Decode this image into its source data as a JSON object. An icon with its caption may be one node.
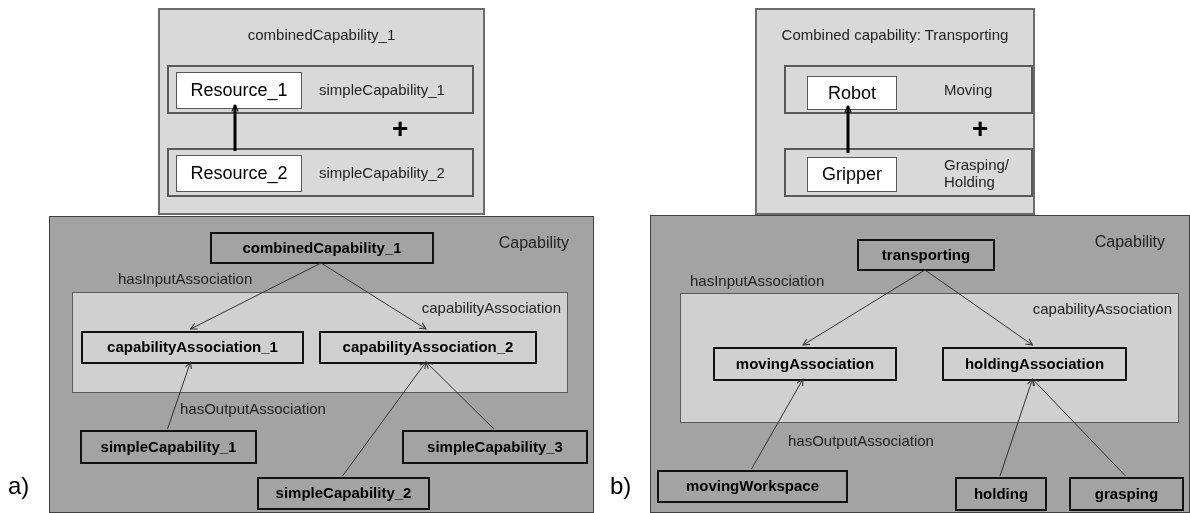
{
  "diagram": {
    "nodes": [
      {
        "text": [
          "combinedCapability_1"
        ]
      },
      {
        "text": [
          "simpleCapability_1"
        ],
        "in": 0
      },
      {
        "text": [
          "Resource_1"
        ],
        "in": 1
      },
      {
        "text": [
          "simpleCapability_2"
        ],
        "in": 0
      },
      {
        "text": [
          "Resource_2"
        ],
        "in": 3
      },
      {
        "text": [
          "Capability"
        ]
      },
      {
        "text": [
          "combinedCapability_1"
        ],
        "in": 5
      },
      {
        "text": [
          "capabilityAssociation"
        ],
        "in": 5
      },
      {
        "text": [
          "capabilityAssociation_1"
        ],
        "in": 7
      },
      {
        "text": [
          "capabilityAssociation_2"
        ],
        "in": 7
      },
      {
        "text": [
          "simpleCapability_1"
        ],
        "in": 5
      },
      {
        "text": [
          "simpleCapability_3"
        ],
        "in": 5
      },
      {
        "text": [
          "simpleCapability_2"
        ],
        "in": 5
      },
      {
        "text": [
          "Combined capability: Transporting"
        ]
      },
      {
        "text": [
          "Moving"
        ],
        "in": 13
      },
      {
        "text": [
          "Robot"
        ],
        "in": 14
      },
      {
        "text": [
          "Grasping/ Holding"
        ],
        "in": 13
      },
      {
        "text": [
          "Gripper"
        ],
        "in": 16
      },
      {
        "text": [
          "Capability"
        ]
      },
      {
        "text": [
          "transporting"
        ],
        "in": 18
      },
      {
        "text": [
          "capabilityAssociation"
        ],
        "in": 18
      },
      {
        "text": [
          "movingAssociation"
        ],
        "in": 20
      },
      {
        "text": [
          "holdingAssociation"
        ],
        "in": 20
      },
      {
        "text": [
          "movingWorkspace"
        ],
        "in": 18
      },
      {
        "text": [
          "holding"
        ],
        "in": 18
      },
      {
        "text": [
          "grasping"
        ],
        "in": 18
      }
    ],
    "edges": [
      {
        "from": 4,
        "to": 2,
        "arrow": "to",
        "style": "thick"
      },
      {
        "from": 6,
        "to": 8,
        "arrow": "to"
      },
      {
        "from": 6,
        "to": 9,
        "arrow": "to"
      },
      {
        "from": 10,
        "to": 8,
        "arrow": "to"
      },
      {
        "from": 12,
        "to": 9,
        "arrow": "to"
      },
      {
        "from": 11,
        "to": 9,
        "arrow": "to"
      },
      {
        "from": 17,
        "to": 15,
        "arrow": "to",
        "style": "thick"
      },
      {
        "from": 19,
        "to": 21,
        "arrow": "to"
      },
      {
        "from": 19,
        "to": 22,
        "arrow": "to"
      },
      {
        "from": 23,
        "to": 21,
        "arrow": "to"
      },
      {
        "from": 24,
        "to": 22,
        "arrow": "to"
      },
      {
        "from": 25,
        "to": 22,
        "arrow": "to"
      }
    ],
    "labels": [
      "+",
      "hasInputAssociation",
      "hasOutputAssociation",
      "a)",
      "+",
      "hasInputAssociation",
      "hasOutputAssociation",
      "b)"
    ]
  }
}
